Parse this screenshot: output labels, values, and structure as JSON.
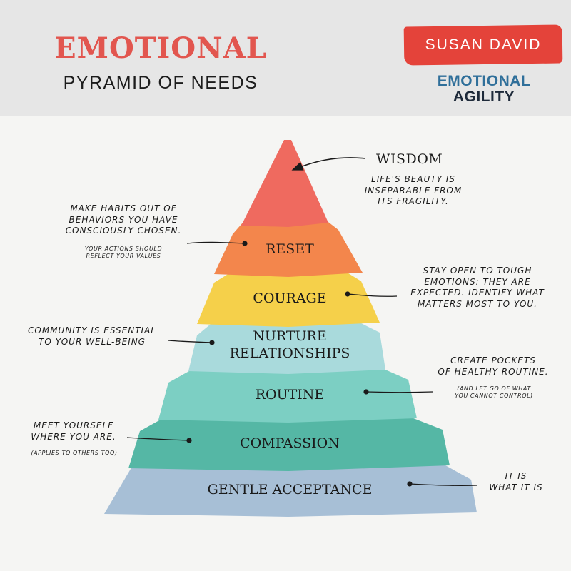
{
  "header": {
    "title": "EMOTIONAL",
    "subtitle": "PYRAMID OF NEEDS",
    "author": "SUSAN DAVID",
    "book_line_1": "EMOTIONAL",
    "book_line_2": "AGILITY"
  },
  "colors": {
    "title_red": "#e2564f",
    "banner_red": "#e4433a",
    "book_blue": "#2f6f9a"
  },
  "pyramid": {
    "levels": [
      {
        "label": "WISDOM",
        "color": "#ef6a5f"
      },
      {
        "label": "RESET",
        "color": "#f3864c"
      },
      {
        "label": "COURAGE",
        "color": "#f5d04a"
      },
      {
        "label_lines": [
          "NURTURE",
          "RELATIONSHIPS"
        ],
        "color": "#a9dadc"
      },
      {
        "label": "ROUTINE",
        "color": "#7ccfc3"
      },
      {
        "label": "COMPASSION",
        "color": "#55b7a5"
      },
      {
        "label": "GENTLE ACCEPTANCE",
        "color": "#a7bfd6"
      }
    ]
  },
  "notes": {
    "wisdom_text": "LIFE'S BEAUTY IS\nINSEPARABLE FROM\nITS FRAGILITY.",
    "reset_text": "MAKE HABITS OUT OF\nBEHAVIORS YOU HAVE\nCONSCIOUSLY CHOSEN.",
    "reset_small": "YOUR ACTIONS SHOULD\nREFLECT YOUR VALUES",
    "courage_text": "STAY OPEN TO TOUGH\nEMOTIONS: THEY ARE\nEXPECTED. IDENTIFY WHAT\nMATTERS MOST TO YOU.",
    "nurture_text": "COMMUNITY IS ESSENTIAL\nTO YOUR WELL-BEING",
    "routine_text": "CREATE POCKETS\nOF HEALTHY ROUTINE.",
    "routine_small": "(AND LET GO OF WHAT\nYOU CANNOT CONTROL)",
    "compassion_text": "MEET YOURSELF\nWHERE YOU ARE.",
    "compassion_small": "(APPLIES TO OTHERS TOO)",
    "acceptance_text": "IT IS\nWHAT IT IS"
  }
}
